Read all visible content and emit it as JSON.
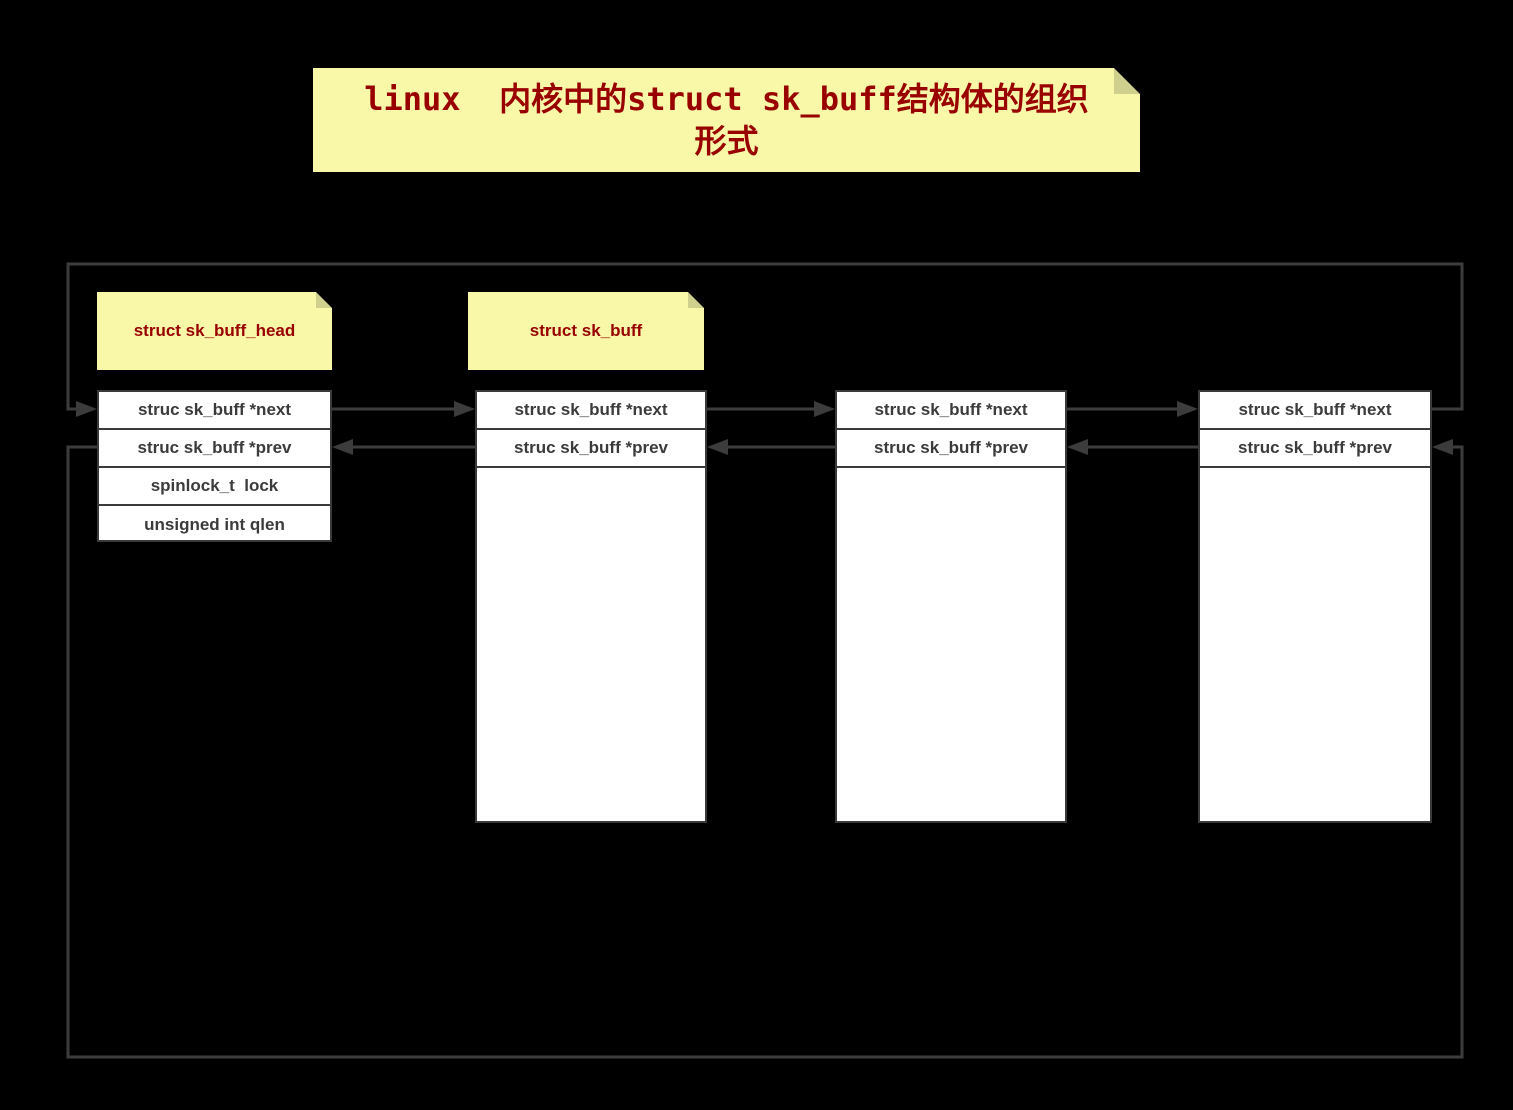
{
  "title": {
    "line1": "linux  内核中的struct sk_buff结构体的组织",
    "line2": "形式"
  },
  "notes": {
    "head_label": "struct sk_buff_head",
    "node_label": "struct sk_buff"
  },
  "boxes": [
    {
      "name": "sk_buff_head",
      "rows": [
        "struc sk_buff *next",
        "struc sk_buff *prev",
        "spinlock_t  lock",
        "unsigned int qlen"
      ]
    },
    {
      "name": "sk_buff_node_1",
      "rows": [
        "struc sk_buff *next",
        "struc sk_buff *prev"
      ]
    },
    {
      "name": "sk_buff_node_2",
      "rows": [
        "struc sk_buff *next",
        "struc sk_buff *prev"
      ]
    },
    {
      "name": "sk_buff_node_3",
      "rows": [
        "struc sk_buff *next",
        "struc sk_buff *prev"
      ]
    }
  ],
  "colors": {
    "background": "#000000",
    "note_yellow": "#F8F8A8",
    "note_fold": "#CFCF8E",
    "title_red": "#990000",
    "wire_gray": "#3C3C3C",
    "box_border": "#3A3A3A",
    "field_text": "#3B3B3B",
    "box_fill": "#FFFFFF"
  }
}
